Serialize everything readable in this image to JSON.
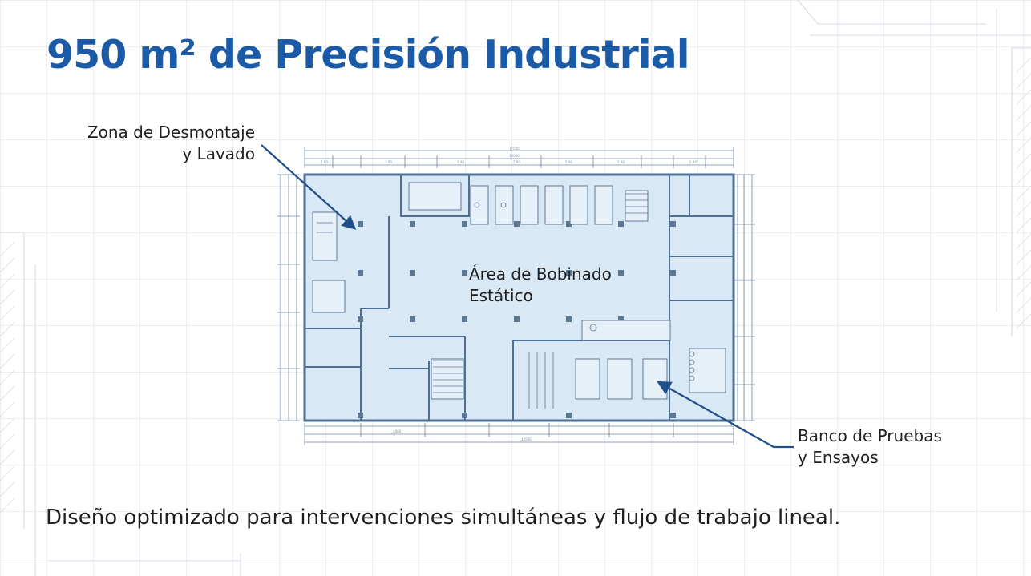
{
  "title": "950 m² de Precisión Industrial",
  "labels": {
    "disassembly": [
      "Zona de Desmontaje",
      "y Lavado"
    ],
    "winding": [
      "Área de Bobinado",
      "Estático"
    ],
    "test_bench": [
      "Banco de Pruebas",
      "y Ensayos"
    ]
  },
  "subtitle": "Diseño optimizado para intervenciones simultáneas y flujo de trabajo lineal.",
  "colors": {
    "title": "#1a5aa6",
    "arrow": "#1f4f8a",
    "plan_fill": "#d9e8f5",
    "plan_line": "#4f6f93"
  }
}
